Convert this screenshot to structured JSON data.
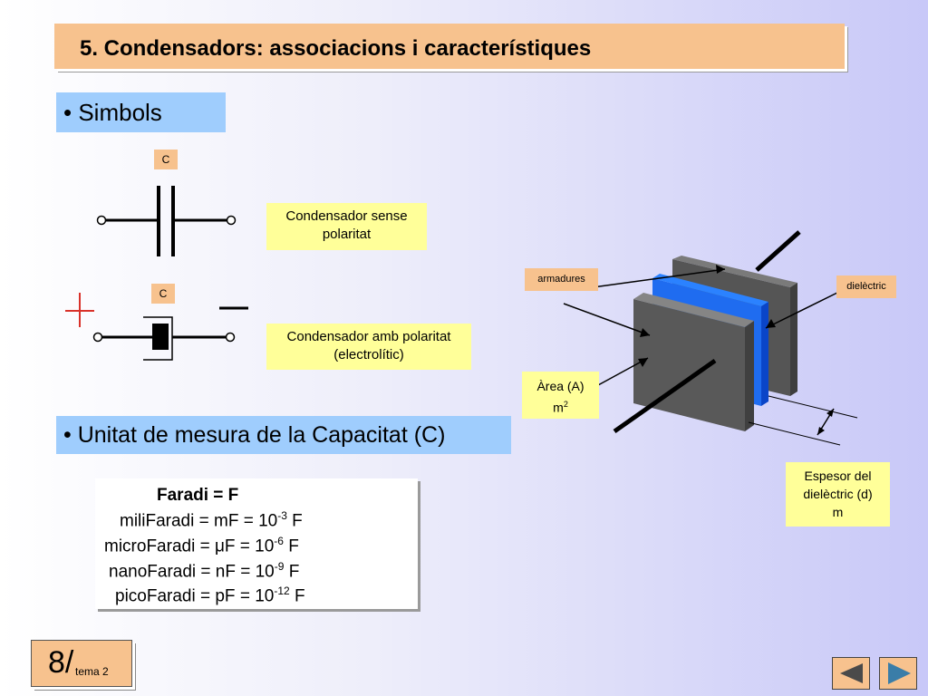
{
  "title": "5. Condensadors: associacions i característiques",
  "sections": {
    "symbols": "• Simbols",
    "unit": "• Unitat de mesura de la Capacitat (C)"
  },
  "symbols": {
    "c_label_1": "C",
    "c_label_2": "C",
    "non_polar_label": [
      "Condensador sense",
      "polaritat"
    ],
    "polar_label": [
      "Condensador amb polaritat",
      "(electrolític)"
    ]
  },
  "diagram": {
    "armadures": "armadures",
    "dielectric": "dielèctric",
    "area": "Àrea (A)",
    "area_unit_base": "m",
    "area_unit_exp": "2",
    "thickness": [
      "Espesor del",
      "dielèctric (d)",
      "m"
    ],
    "colors": {
      "plate": "#595959",
      "dielectric": "#1a5ff0"
    }
  },
  "units": {
    "header": "Faradi = F",
    "rows": [
      {
        "pre": "miliFaradi  = mF  = 10",
        "exp": "-3",
        "post": "  F"
      },
      {
        "pre": "microFaradi =  μF  =  10",
        "exp": "-6",
        "post": " F"
      },
      {
        "pre": "nanoFaradi =  nF  =  10",
        "exp": "-9",
        "post": "  F"
      },
      {
        "pre": "picoFaradi  = pF  =  10",
        "exp": "-12",
        "post": " F"
      }
    ]
  },
  "page": {
    "number": "8/",
    "label": "tema 2"
  },
  "nav": {
    "prev_icon": "triangle-left-icon",
    "next_icon": "triangle-right-icon"
  }
}
